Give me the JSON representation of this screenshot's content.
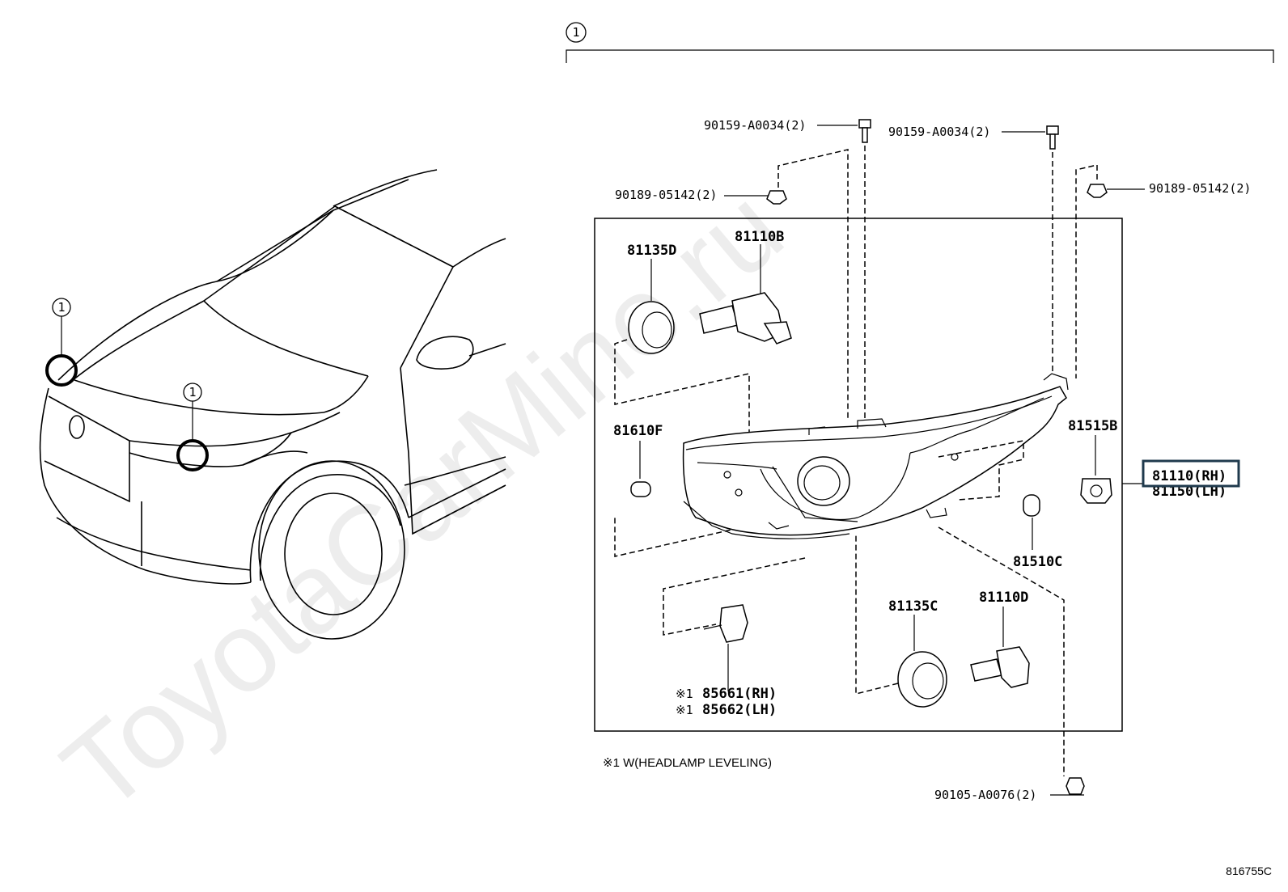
{
  "watermark": "ToyotaCarMine.ru",
  "diagram_id": "816755C",
  "assembly_callout": "1",
  "vehicle_callouts": [
    "1",
    "1"
  ],
  "note": "※1 W(HEADLAMP LEVELING)",
  "parts": {
    "screw_top_left": "90159-A0034(2)",
    "screw_top_right": "90159-A0034(2)",
    "clip_left": "90189-05142(2)",
    "clip_right": "90189-05142(2)",
    "cover_81135D": "81135D",
    "bulb_81110B": "81110B",
    "socket_81610F": "81610F",
    "socket_81515B": "81515B",
    "headlamp_rh": "81110(RH)",
    "headlamp_lh": "81150(LH)",
    "bulb_81510C": "81510C",
    "cover_81135C": "81135C",
    "bulb_81110D": "81110D",
    "leveling_prefix_rh": "※1",
    "leveling_rh": "85661(RH)",
    "leveling_prefix_lh": "※1",
    "leveling_lh": "85662(LH)",
    "screw_bottom": "90105-A0076(2)"
  },
  "colors": {
    "line": "#000000",
    "highlight_box": "#1f3a4d",
    "background": "#ffffff"
  }
}
